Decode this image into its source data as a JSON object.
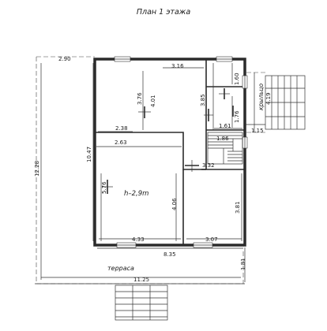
{
  "title": "План 1 этажа",
  "dimensions": {
    "d290": "2.90",
    "d316": "3.16",
    "d160": "1.60",
    "d419": "4.19",
    "d376": "3.76",
    "d401": "4.01",
    "d385": "3.85",
    "d176": "1.76",
    "d238": "2.38",
    "d161": "1.61",
    "d115": "1.15",
    "d263": "2.63",
    "d186": "1.86",
    "d1047": "10.47",
    "d1228": "12.28",
    "d332": "3.32",
    "d576": "5.76",
    "d406": "4.06",
    "d381": "3.81",
    "d433": "4.33",
    "d307": "3.07",
    "d835": "8.35",
    "d181": "1.81",
    "d1125": "11.25"
  },
  "labels": {
    "height": "h–2,9m",
    "terrace": "терраса",
    "porch": "крыльцо"
  }
}
